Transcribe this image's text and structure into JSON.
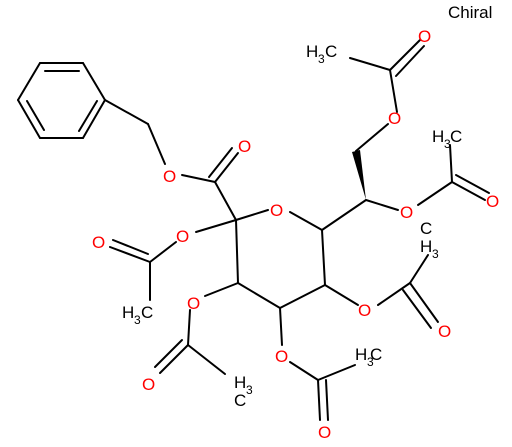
{
  "chiral_label": "Chiral",
  "colors": {
    "oxygen": "#ff0000",
    "bond": "#000000",
    "background": "#ffffff"
  },
  "atoms": {
    "o_ring": "O",
    "o_ester_benzyl": "O",
    "o_carbonyl_c1": "O",
    "o_c2_ac": "O",
    "o_c2_ac_carbonyl": "O",
    "o_c3_ac": "O",
    "o_c3_ac_carbonyl": "O",
    "o_c4_ac": "O",
    "o_c4_ac_carbonyl": "O",
    "o_c5_ac": "O",
    "o_c5_ac_carbonyl": "O",
    "o_c7_ac": "O",
    "o_c7_ac_carbonyl": "O",
    "o_c8_ac": "O",
    "o_c8_ac_carbonyl": "O",
    "ch3_label": "H",
    "ch3_sub": "3",
    "c_label": "C"
  }
}
